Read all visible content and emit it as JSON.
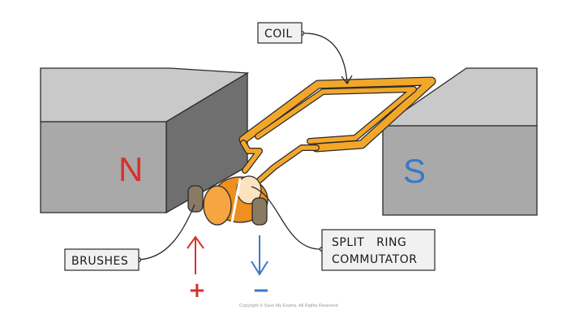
{
  "labels": {
    "coil": "COIL",
    "brushes": "BRUSHES",
    "commutator_line1": "SPLIT   RING",
    "commutator_line2": "COMMUTATOR"
  },
  "poles": {
    "north": "N",
    "south": "S"
  },
  "terminals": {
    "positive": "+",
    "negative": "−"
  },
  "copyright": "Copyright © Save My Exams. All Rights Reserved",
  "colors": {
    "magnet_front": "#a9a9a9",
    "magnet_top": "#c9c9c9",
    "magnet_side": "#6f6f6f",
    "coil": "#f2a72a",
    "coil_inner": "#fbe3a8",
    "commutator": "#ef8f1f",
    "brush": "#8a7a63",
    "north_text": "#d8312c",
    "south_text": "#3a78c9",
    "positive_arrow": "#d8312c",
    "negative_arrow": "#3a78c9",
    "label_box": "#f1f1f1"
  }
}
